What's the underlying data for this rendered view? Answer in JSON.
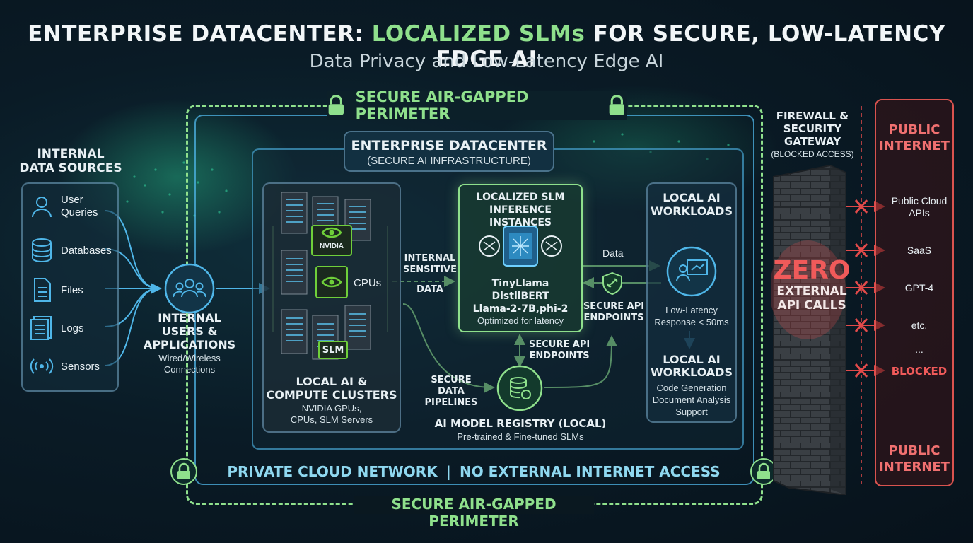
{
  "header": {
    "title_part1": "ENTERPRISE DATACENTER: ",
    "title_highlight": "LOCALIZED SLMs",
    "title_part2": " FOR SECURE, LOW-LATENCY EDGE AI",
    "subtitle": "Data Privacy and Low-Latency Edge AI"
  },
  "perimeter": {
    "top_label": "SECURE AIR-GAPPED PERIMETER",
    "bottom_label": "SECURE AIR-GAPPED PERIMETER",
    "network_label": "PRIVATE CLOUD NETWORK",
    "network_sep": "|",
    "network_label2": "NO EXTERNAL INTERNET ACCESS"
  },
  "sources": {
    "title_line1": "INTERNAL",
    "title_line2": "DATA SOURCES",
    "items": [
      {
        "label": "User\nQueries",
        "icon": "user-icon"
      },
      {
        "label": "Databases",
        "icon": "database-icon"
      },
      {
        "label": "Files",
        "icon": "file-icon"
      },
      {
        "label": "Logs",
        "icon": "logs-icon"
      },
      {
        "label": "Sensors",
        "icon": "sensor-icon"
      }
    ]
  },
  "users": {
    "title_line1": "INTERNAL",
    "title_line2": "USERS &",
    "title_line3": "APPLICATIONS",
    "sub_line1": "Wired/Wireless",
    "sub_line2": "Connections"
  },
  "datacenter": {
    "title": "ENTERPRISE DATACENTER",
    "subtitle": "(SECURE AI INFRASTRUCTURE)"
  },
  "compute": {
    "nvidia": "NVIDIA",
    "cpus": "CPUs",
    "slm": "SLM",
    "title_line1": "LOCAL AI &",
    "title_line2": "COMPUTE CLUSTERS",
    "sub_line1": "NVIDIA GPUs,",
    "sub_line2": "CPUs, SLM Servers"
  },
  "flows": {
    "internal_line1": "INTERNAL",
    "internal_line2": "SENSITIVE",
    "internal_line3": "DATA",
    "pipelines_line1": "SECURE",
    "pipelines_line2": "DATA",
    "pipelines_line3": "PIPELINES",
    "api1_line1": "SECURE API",
    "api1_line2": "ENDPOINTS",
    "api2_line1": "SECURE API",
    "api2_line2": "ENDPOINTS",
    "data": "Data"
  },
  "inference": {
    "title_line1": "LOCALIZED SLM",
    "title_line2": "INFERENCE INSTANCES",
    "models": [
      "TinyLlama",
      "DistilBERT",
      "Llama-2-7B,phi-2"
    ],
    "note": "Optimized for latency"
  },
  "registry": {
    "title": "AI MODEL REGISTRY (LOCAL)",
    "sub": "Pre-trained & Fine-tuned SLMs"
  },
  "workloads": {
    "title_line1": "LOCAL AI",
    "title_line2": "WORKLOADS",
    "latency_line1": "Low-Latency",
    "latency_line2": "Response < 50ms",
    "title2_line1": "LOCAL AI",
    "title2_line2": "WORKLOADS",
    "tasks": [
      "Code Generation",
      "Document Analysis",
      "Support"
    ]
  },
  "firewall": {
    "title_line1": "FIREWALL &",
    "title_line2": "SECURITY",
    "title_line3": "GATEWAY",
    "sub": "(BLOCKED ACCESS)",
    "zero": "ZERO",
    "zero_line2": "EXTERNAL",
    "zero_line3": "API CALLS"
  },
  "internet": {
    "title_line1": "PUBLIC",
    "title_line2": "INTERNET",
    "items": [
      "Public Cloud\nAPIs",
      "SaaS",
      "GPT-4",
      "etc.",
      "...",
      "BLOCKED"
    ],
    "footer_line1": "PUBLIC",
    "footer_line2": "INTERNET"
  },
  "colors": {
    "accent_green": "#8fe08c",
    "accent_blue": "#4fb6e8",
    "blocked_red": "#e24a4a",
    "panel_border": "#6aa6c8"
  }
}
